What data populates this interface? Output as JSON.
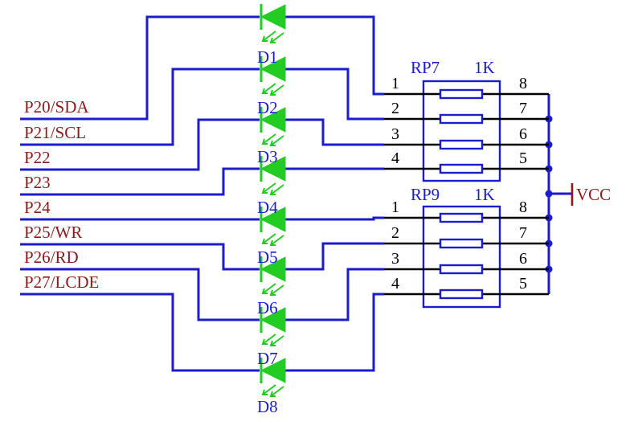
{
  "nets": [
    "P20/SDA",
    "P21/SCL",
    "P22",
    "P23",
    "P24",
    "P25/WR",
    "P26/RD",
    "P27/LCDE"
  ],
  "diodes": [
    "D1",
    "D2",
    "D3",
    "D4",
    "D5",
    "D6",
    "D7",
    "D8"
  ],
  "resistor_packs": [
    {
      "ref": "RP7",
      "value": "1K",
      "left_pins": [
        "1",
        "2",
        "3",
        "4"
      ],
      "right_pins": [
        "8",
        "7",
        "6",
        "5"
      ]
    },
    {
      "ref": "RP9",
      "value": "1K",
      "left_pins": [
        "1",
        "2",
        "3",
        "4"
      ],
      "right_pins": [
        "8",
        "7",
        "6",
        "5"
      ]
    }
  ],
  "power": {
    "label": "VCC"
  },
  "colors": {
    "wire": "#1c1ccf",
    "net_label": "#8b1a1a",
    "diode": "#22cc22",
    "pin": "#000000"
  }
}
